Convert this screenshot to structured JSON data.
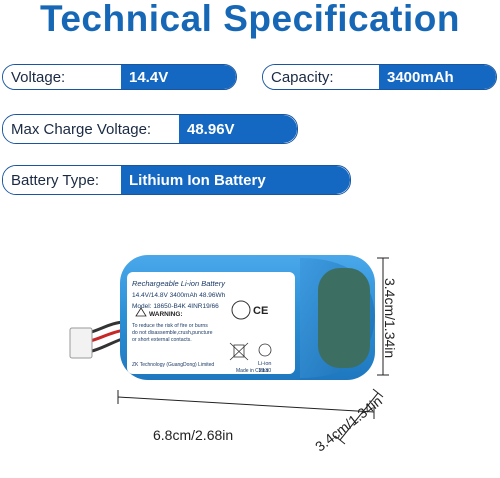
{
  "title": "Technical Specification",
  "specs": {
    "voltage": {
      "label": "Voltage:",
      "value": "14.4V"
    },
    "capacity": {
      "label": "Capacity:",
      "value": "3400mAh"
    },
    "max_charge": {
      "label": "Max Charge Voltage:",
      "value": "48.96V"
    },
    "battery_type": {
      "label": "Battery Type:",
      "value": "Lithium Ion Battery"
    }
  },
  "battery_label": {
    "line1": "Rechargeable Li-ion Battery",
    "line2": "14.4V/14.8V 3400mAh 48.96Wh",
    "line3": "Model: 18650-B4K   4INR19/66",
    "warning": "WARNING:",
    "warn_text1": "To reduce the risk of fire or burns",
    "warn_text2": "do not disassemble,crush,puncture",
    "warn_text3": "or short external contacts.",
    "maker": "ZK Technology (GuangDong) Limited",
    "origin": "Made in China",
    "ce": "CE",
    "liion": "Li-ion",
    "code": "2130"
  },
  "dimensions": {
    "width": "6.8cm/2.68in",
    "height": "3.4cm/1.34in",
    "depth": "3.4cm/1.34in"
  },
  "colors": {
    "title": "#1667b6",
    "value_fill": "#1468c2",
    "battery_body": "#2b8fd6"
  }
}
